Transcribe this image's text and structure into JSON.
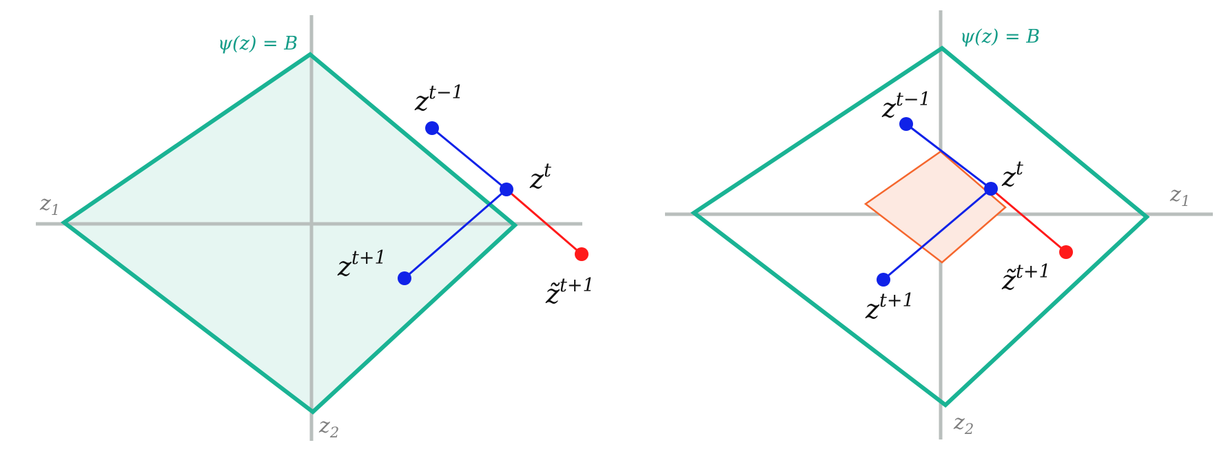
{
  "colors": {
    "constraint": "#1ab394",
    "constraint_fill": "#e6f6f2",
    "iterate": "#1022e8",
    "step_out": "#ff1a1a",
    "local_region": "#f5672e",
    "local_fill": "#fde9e1",
    "axis": "#b9bfbd"
  },
  "left_panel": {
    "constraint_label": "ψ(z) = B",
    "axis_h": "z",
    "axis_h_sub": "1",
    "axis_v": "z",
    "axis_v_sub": "2",
    "pt_prev": "z",
    "pt_prev_sup": "t−1",
    "pt_curr": "z",
    "pt_curr_sup": "t",
    "pt_next": "z",
    "pt_next_sup": "t+1",
    "pt_tilde": "z̃",
    "pt_tilde_sup": "t+1"
  },
  "right_panel": {
    "constraint_label": "ψ(z) = B",
    "axis_h": "z",
    "axis_h_sub": "1",
    "axis_v": "z",
    "axis_v_sub": "2",
    "pt_prev": "z",
    "pt_prev_sup": "t−1",
    "pt_curr": "z",
    "pt_curr_sup": "t",
    "pt_next": "z",
    "pt_next_sup": "t+1",
    "pt_tilde": "z̃",
    "pt_tilde_sup": "t+1"
  }
}
